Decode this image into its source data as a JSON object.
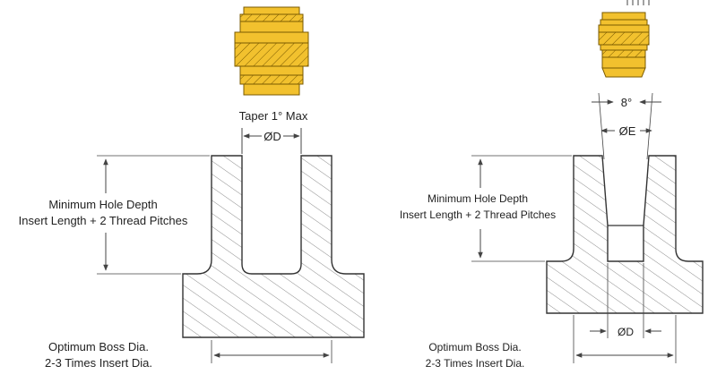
{
  "left": {
    "taper_label": "Taper 1° Max",
    "dia_label": "ØD",
    "depth_line1": "Minimum Hole Depth",
    "depth_line2": "Insert Length + 2 Thread Pitches",
    "boss_line1": "Optimum Boss Dia.",
    "boss_line2": "2-3 Times Insert Dia."
  },
  "right": {
    "angle_label": "8°",
    "dia_e_label": "ØE",
    "dia_d_label": "ØD",
    "depth_line1": "Minimum Hole Depth",
    "depth_line2": "Insert Length + 2 Thread Pitches",
    "boss_line1": "Optimum Boss Dia.",
    "boss_line2": "2-3 Times Insert Dia."
  },
  "colors": {
    "insert_fill": "#f2c12e",
    "insert_outline": "#7a5a00",
    "section_outline": "#333333",
    "hatch": "#6e6e6e",
    "dimension_line": "#444444",
    "text": "#222222"
  }
}
